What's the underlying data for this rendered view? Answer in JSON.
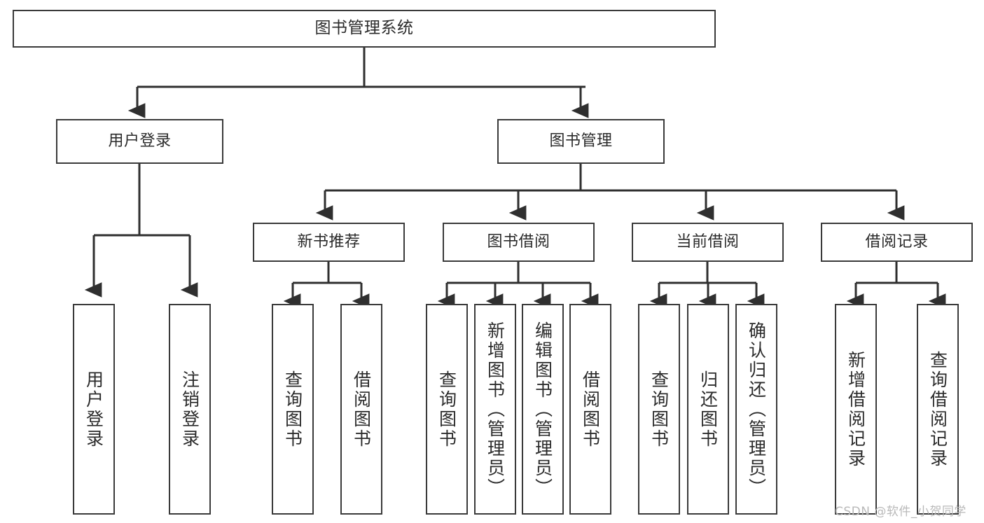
{
  "diagram": {
    "title": "图书管理系统",
    "type": "tree-hierarchy",
    "watermark": "CSDN @软件_小贺同学",
    "colors": {
      "background": "#ffffff",
      "border": "#3a3a3a",
      "text": "#2b2b2b",
      "edge": "#2f2f2f",
      "watermark": "#b9b9b9"
    },
    "nodes": {
      "root": {
        "label": "图书管理系统"
      },
      "level1": [
        {
          "label": "用户登录"
        },
        {
          "label": "图书管理"
        }
      ],
      "level2": [
        {
          "label": "新书推荐"
        },
        {
          "label": "图书借阅"
        },
        {
          "label": "当前借阅"
        },
        {
          "label": "借阅记录"
        }
      ],
      "leaves_user_login": [
        {
          "label": "用户登录"
        },
        {
          "label": "注销登录"
        }
      ],
      "leaves_new_book": [
        {
          "label": "查询图书"
        },
        {
          "label": "借阅图书"
        }
      ],
      "leaves_borrow": [
        {
          "label": "查询图书"
        },
        {
          "label": "新增图书（管理员）"
        },
        {
          "label": "编辑图书（管理员）"
        },
        {
          "label": "借阅图书"
        }
      ],
      "leaves_current": [
        {
          "label": "查询图书"
        },
        {
          "label": "归还图书"
        },
        {
          "label": "确认归还（管理员）"
        }
      ],
      "leaves_records": [
        {
          "label": "新增借阅记录"
        },
        {
          "label": "查询借阅记录"
        }
      ]
    }
  }
}
